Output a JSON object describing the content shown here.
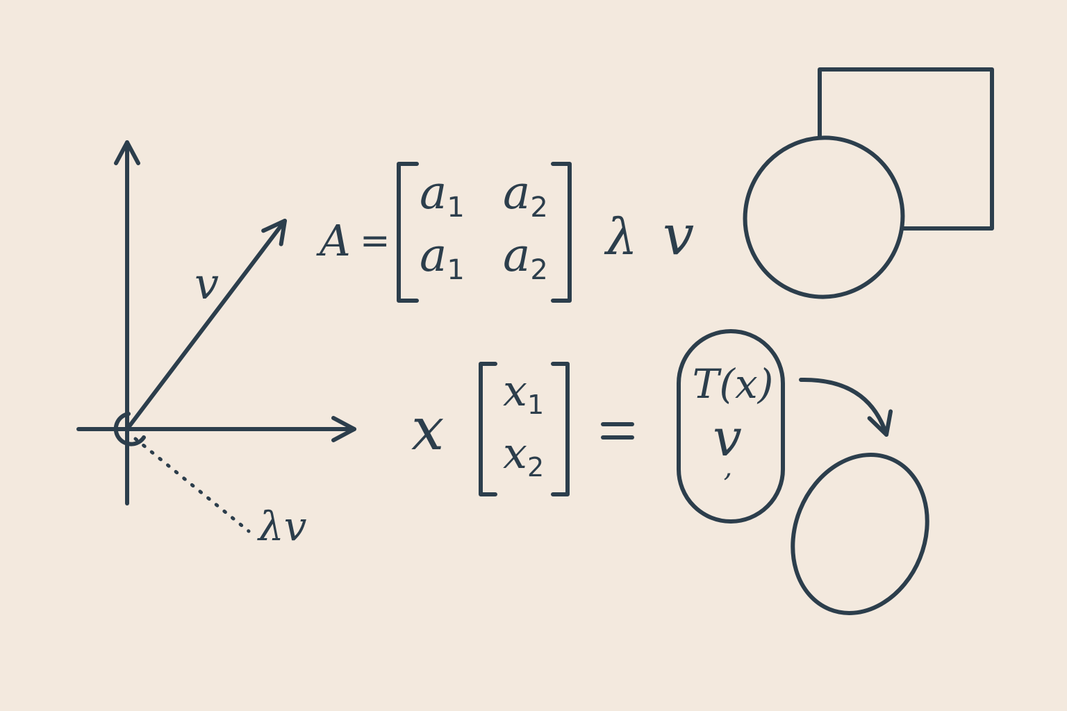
{
  "colors": {
    "background": "#f3e9de",
    "ink": "#2c3e4c"
  },
  "axes": {
    "vector_label": "v",
    "scaled_vector_label": "λv"
  },
  "matrix_equation": {
    "lhs": "A",
    "equals": "=",
    "entries": [
      [
        "a",
        "1",
        "a",
        "2"
      ],
      [
        "a",
        "1",
        "a",
        "2"
      ]
    ],
    "lambda": "λ",
    "v": "v"
  },
  "vector_equation": {
    "x": "x",
    "entries": [
      [
        "x",
        "1"
      ],
      [
        "x",
        "2"
      ]
    ],
    "equals": "=",
    "capsule_top": "T(x)",
    "capsule_middle": "v",
    "capsule_bottom": ","
  },
  "shapes": {
    "square": "square-outline",
    "ellipse_over_square": "ellipse-outline",
    "transform_arrow": "curved-arrow",
    "result_ellipse": "ellipse-outline"
  }
}
